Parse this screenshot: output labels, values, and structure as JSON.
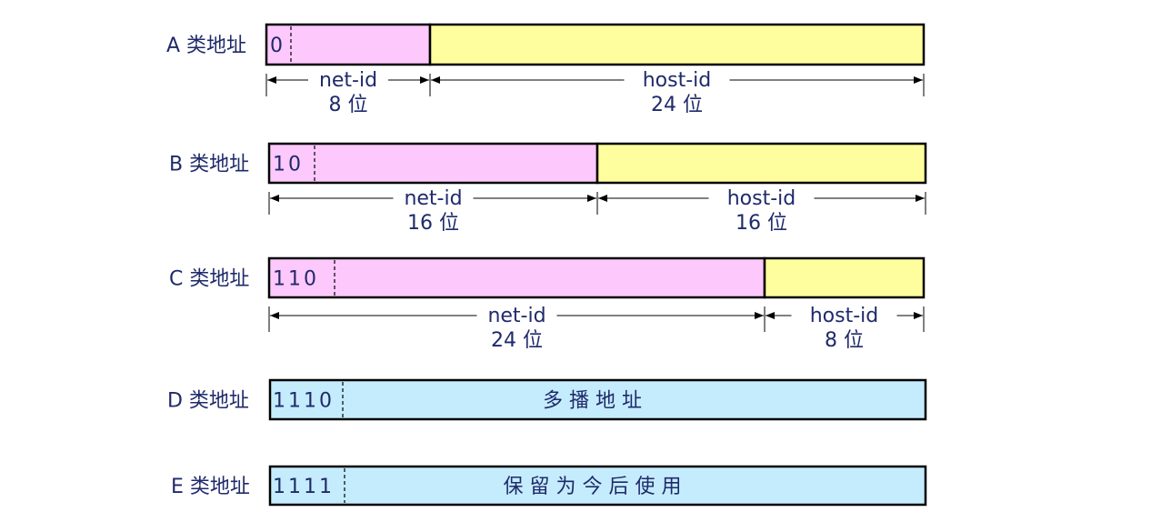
{
  "colors": {
    "net": "#fdc8fc",
    "host": "#fefe9e",
    "special": "#c5ecfc",
    "border": "#000000",
    "text": "#1f2a6b"
  },
  "classes": [
    {
      "label": "A 类地址",
      "bits": "0",
      "fields": [
        {
          "kind": "net",
          "name": "net-id",
          "size": "8 位"
        },
        {
          "kind": "host",
          "name": "host-id",
          "size": "24 位"
        }
      ]
    },
    {
      "label": "B 类地址",
      "bits": "10",
      "fields": [
        {
          "kind": "net",
          "name": "net-id",
          "size": "16 位"
        },
        {
          "kind": "host",
          "name": "host-id",
          "size": "16 位"
        }
      ]
    },
    {
      "label": "C 类地址",
      "bits": "110",
      "fields": [
        {
          "kind": "net",
          "name": "net-id",
          "size": "24 位"
        },
        {
          "kind": "host",
          "name": "host-id",
          "size": "8 位"
        }
      ]
    },
    {
      "label": "D 类地址",
      "bits": "1110",
      "description": "多播地址"
    },
    {
      "label": "E 类地址",
      "bits": "1111",
      "description": "保留为今后使用"
    }
  ]
}
